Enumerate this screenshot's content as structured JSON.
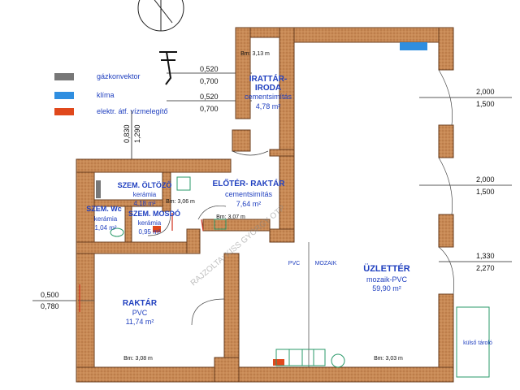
{
  "legend": [
    {
      "label": "gázkonvektor",
      "color": "#777777"
    },
    {
      "label": "klíma",
      "color": "#2f8ee0"
    },
    {
      "label": "elektr. átf. vízmelegítő",
      "color": "#e0481c"
    }
  ],
  "rooms": {
    "irattar": {
      "name1": "IRATTÁR-",
      "name2": "IRODA",
      "floor": "cementsimítás",
      "area": "4,78 m²",
      "bm": "Bm: 3,13 m"
    },
    "oltozo": {
      "name": "SZEM. ÖLTÖZŐ",
      "floor": "kerámia",
      "area": "4,18 m²",
      "bm": "Bm: 3,06 m"
    },
    "wc": {
      "name": "SZEM. Wc",
      "floor": "kerámia",
      "area": "1,04 m²"
    },
    "mosdo": {
      "name": "SZEM. MOSDÓ",
      "floor": "kerámia",
      "area": "0,95 m²"
    },
    "eloter": {
      "name": "ELŐTÉR- RAKTÁR",
      "floor": "cementsimítás",
      "area": "7,64 m²",
      "bm": "Bm: 3,07 m"
    },
    "raktar": {
      "name": "RAKTÁR",
      "floor": "PVC",
      "area": "11,74 m²",
      "bm": "Bm: 3,08 m"
    },
    "uzlet": {
      "name": "ÜZLETTÉR",
      "floor": "mozaik-PVC",
      "area": "59,90 m²",
      "bm": "Bm: 3,03 m"
    }
  },
  "floor_labels": {
    "pvc": "PVC",
    "mozaik": "MOZAIK"
  },
  "kulso": "külső tároló",
  "dims": {
    "top_a1": "0,520",
    "top_a2": "0,700",
    "top_b1": "0,520",
    "top_b2": "0,700",
    "vert1": "0,830",
    "vert2": "1,290",
    "r1a": "2,000",
    "r1b": "1,500",
    "r2a": "2,000",
    "r2b": "1,500",
    "r3a": "1,330",
    "r3b": "2,270",
    "l1a": "0,500",
    "l1b": "0,780"
  },
  "watermark": "RAJZOLTA: KISS GYÖRGY OTP"
}
